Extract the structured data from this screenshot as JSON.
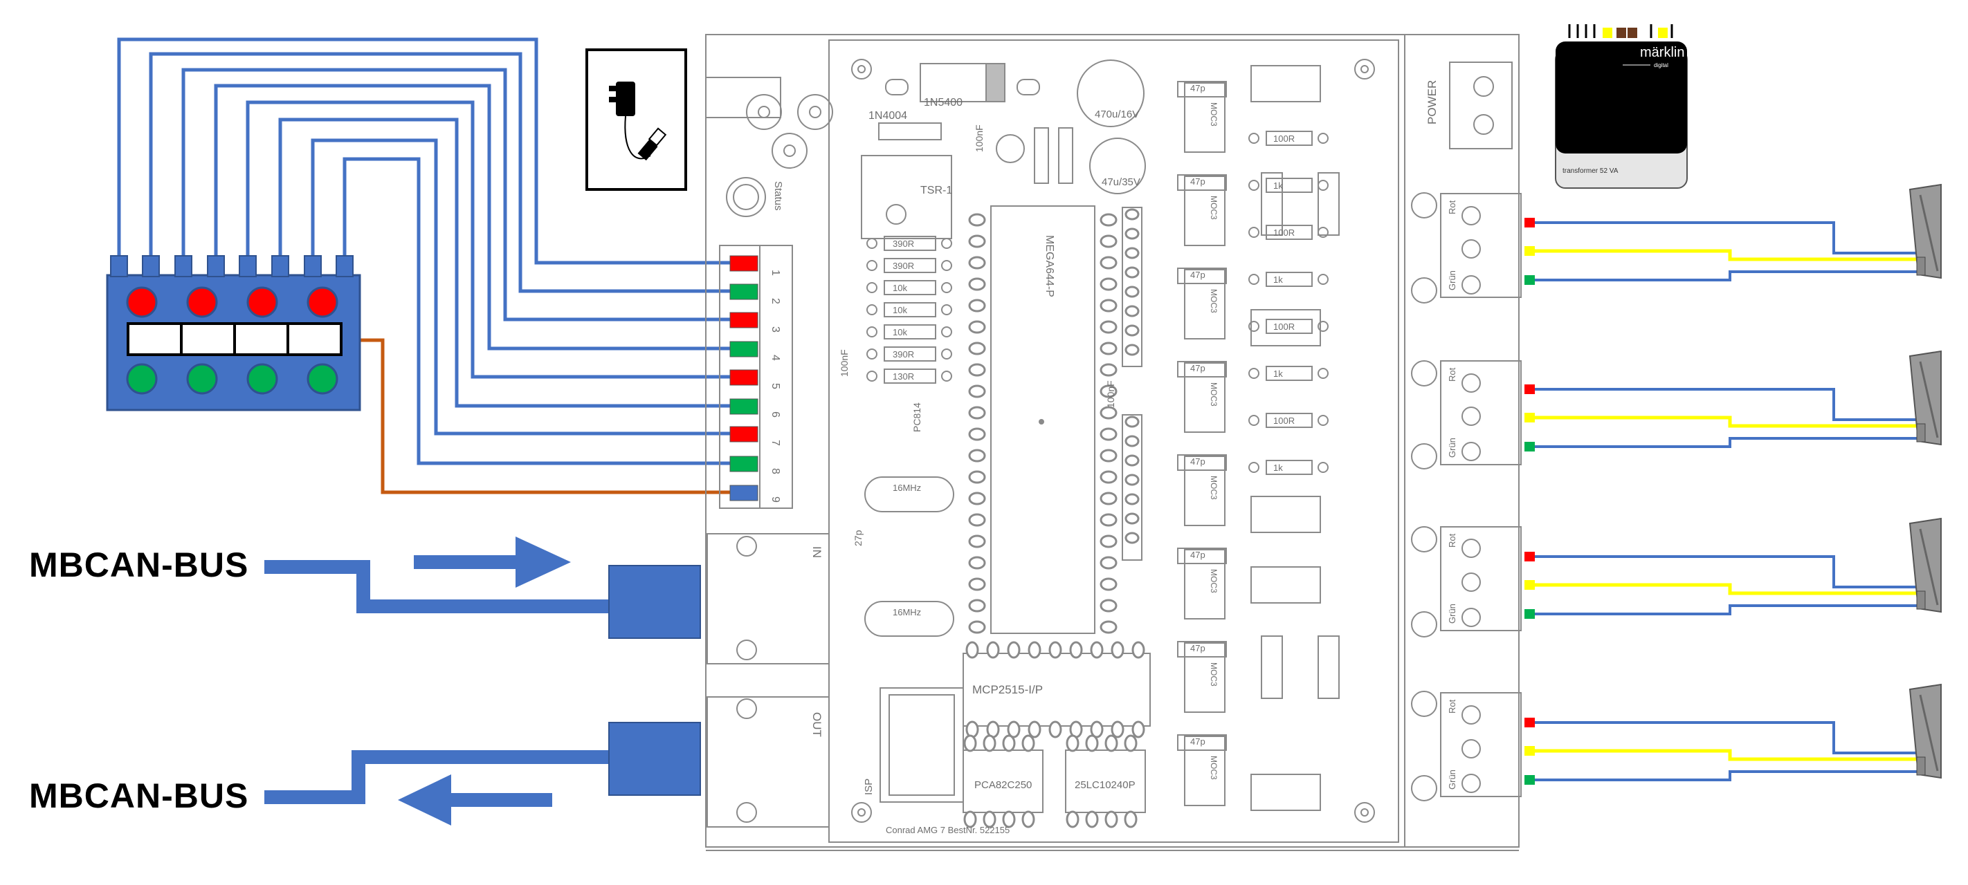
{
  "bus_labels": {
    "in": "MBCAN-BUS",
    "out": "MBCAN-BUS"
  },
  "pcb": {
    "ic_main": "MEGA644-P",
    "ic_can": "MCP2515-I/P",
    "ic_driver": "PCA82C250",
    "ic_eeprom": "25LC10240P",
    "diode_big": "1N5400",
    "diode_small": "1N4004",
    "regulator": "TSR-1",
    "cap_big_1": "470u/16V",
    "cap_big_2": "47u/35V",
    "optocoupler": "PC814",
    "crystal_1": "16MHz",
    "crystal_2": "16MHz",
    "conn_power": "POWER",
    "conn_in": "IN",
    "conn_out": "OUT",
    "status": "Status",
    "footer": "Conrad AMG 7 BestNr. 522155",
    "terminal_numbers": [
      "1",
      "2",
      "3",
      "4",
      "5",
      "6",
      "7",
      "8",
      "9"
    ],
    "res_left": [
      "390R",
      "390R",
      "10k",
      "10k",
      "10k",
      "390R",
      "130R"
    ],
    "res_right": [
      "100R",
      "1k",
      "100R",
      "1k",
      "100R",
      "1k",
      "100R",
      "1k"
    ],
    "right_ic": "MOC3",
    "caps_small": [
      "47p",
      "47p",
      "47p",
      "47p",
      "47p",
      "47p",
      "47p",
      "47p"
    ],
    "side_caps": [
      "100nF",
      "100nF",
      "100nF"
    ],
    "isp": "ISP",
    "cap_27p": "27p",
    "term_rot": "Rot",
    "term_grun": "Grün"
  },
  "transformer": {
    "brand": "märklin",
    "sub": "digital",
    "model": "transformer 52 VA"
  },
  "colors": {
    "wire": "#4472c4",
    "bus": "#4472c4",
    "red": "#ff0000",
    "green": "#00b050",
    "yellow": "#ffff00",
    "orange": "#c55a11",
    "pcb_line": "#8a8a8a"
  }
}
